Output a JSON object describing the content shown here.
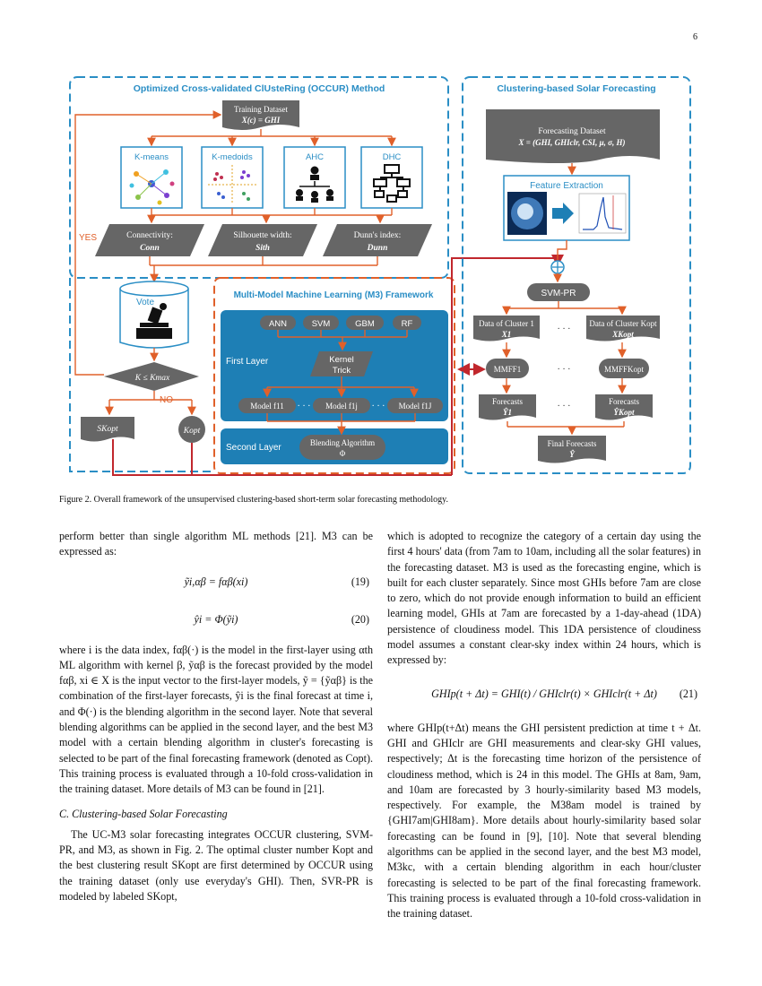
{
  "page_number": "6",
  "figure": {
    "occur_title": "Optimized Cross-validated ClUsteRing (OCCUR) Method",
    "training_line1": "Training Dataset",
    "training_line2": "X(c) = GHI",
    "algos": [
      "K-means",
      "K-medoids",
      "AHC",
      "DHC"
    ],
    "indices": [
      {
        "name": "Connectivity:",
        "abbr": "Conn"
      },
      {
        "name": "Silhouette width:",
        "abbr": "Sith"
      },
      {
        "name": "Dunn's index:",
        "abbr": "Dunn"
      }
    ],
    "yes": "YES",
    "no": "NO",
    "vote": "Vote",
    "condition": "K ≤ Kmax",
    "s_kopt": "SKopt",
    "k_opt": "Kopt",
    "m3_title": "Multi-Model Machine Learning (M3) Framework",
    "models": [
      "ANN",
      "SVM",
      "GBM",
      "RF"
    ],
    "first_layer": "First Layer",
    "kernel1": "Kernel",
    "kernel2": "Trick",
    "model_f11": "Model f11",
    "model_f1j": "Model f1j",
    "model_f1J": "Model f1J",
    "dots": "· · ·",
    "second_layer": "Second Layer",
    "blend1": "Blending Algorithm",
    "blend2": "Φ",
    "cbsf_title": "Clustering-based Solar Forecasting",
    "fc_dataset1": "Forecasting Dataset",
    "fc_dataset2": "X = (GHI, GHIclr, CSI, μ, σ, H)",
    "feature_extraction": "Feature Extraction",
    "svm_pr": "SVM-PR",
    "cluster1_a": "Data of Cluster 1",
    "cluster1_b": "X1",
    "clusterK_a": "Data of Cluster Kopt",
    "clusterK_b": "XKopt",
    "mmff1": "MMFF1",
    "mmffK": "MMFFKopt",
    "fc1_a": "Forecasts",
    "fc1_b": "Ŷ1",
    "fcK_a": "Forecasts",
    "fcK_b": "ŶKopt",
    "final_a": "Final Forecasts",
    "final_b": "Ŷ"
  },
  "caption": "Figure 2.  Overall framework of the unsupervised clustering-based short-term solar forecasting methodology.",
  "left_col": {
    "p1": "perform better than single algorithm ML methods [21]. M3 can be expressed as:",
    "eq19": "ỹi,αβ = fαβ(xi)",
    "eq19_num": "(19)",
    "eq20": "ŷi = Φ(ỹi)",
    "eq20_num": "(20)",
    "p2": "where i is the data index, fαβ(·) is the model in the first-layer using αth ML algorithm with kernel β, ỹαβ is the forecast provided by the model fαβ, xi ∈ X is the input vector to the first-layer models, ỹ = {ỹαβ} is the combination of the first-layer forecasts, ŷi is the final forecast at time i, and Φ(·) is the blending algorithm in the second layer. Note that several blending algorithms can be applied in the second layer, and the best M3 model with a certain blending algorithm in cluster's forecasting is selected to be part of the final forecasting framework (denoted as Copt). This training process is evaluated through a 10-fold cross-validation in the training dataset. More details of M3 can be found in [21].",
    "heading": "C.  Clustering-based Solar Forecasting",
    "p3": "The UC-M3 solar forecasting integrates OCCUR clustering, SVM-PR, and M3, as shown in Fig. 2. The optimal cluster number Kopt and the best clustering result SKopt are first determined by OCCUR using the training dataset (only use everyday's GHI). Then, SVR-PR is modeled by labeled SKopt,"
  },
  "right_col": {
    "p1": "which is adopted to recognize the category of a certain day using the first 4 hours' data (from 7am to 10am, including all the solar features) in the forecasting dataset. M3 is used as the forecasting engine, which is built for each cluster separately. Since most GHIs before 7am are close to zero, which do not provide enough information to build an efficient learning model, GHIs at 7am are forecasted by a 1-day-ahead (1DA) persistence of cloudiness model. This 1DA persistence of cloudiness model assumes a constant clear-sky index within 24 hours, which is expressed by:",
    "eq21": "GHIp(t + Δt) = GHI(t) / GHIclr(t) × GHIclr(t + Δt)",
    "eq21_num": "(21)",
    "p2": "where GHIp(t+Δt) means the GHI persistent prediction at time t + Δt. GHI and GHIclr are GHI measurements and clear-sky GHI values, respectively; Δt is the forecasting time horizon of the persistence of cloudiness method, which is 24 in this model. The GHIs at 8am, 9am, and 10am are forecasted by 3 hourly-similarity based M3 models, respectively. For example, the M38am model is trained by {GHI7am|GHI8am}. More details about hourly-similarity based solar forecasting can be found in [9], [10]. Note that several blending algorithms can be applied in the second layer, and the best M3 model, M3kc, with a certain blending algorithm in each hour/cluster forecasting is selected to be part of the final forecasting framework. This training process is evaluated through a 10-fold cross-validation in the training dataset."
  }
}
